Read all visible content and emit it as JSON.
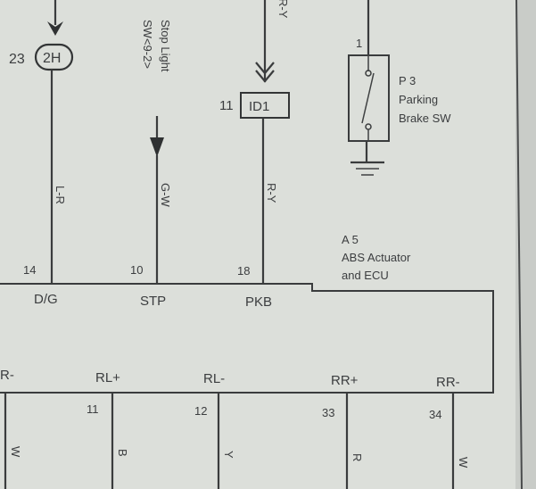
{
  "connector_2h": {
    "pin": "23",
    "id": "2H"
  },
  "stop_light": {
    "line1": "Stop Light",
    "line2": "SW<9-2>"
  },
  "connector_id1": {
    "pin": "11",
    "id": "ID1"
  },
  "top_wire_color": "R-Y",
  "parking_brake": {
    "pin": "1",
    "ref": "P 3",
    "line1": "Parking",
    "line2": "Brake SW"
  },
  "wire_colors": {
    "lr": "L-R",
    "gw": "G-W",
    "ry": "R-Y"
  },
  "ecu": {
    "ref": "A 5",
    "line1": "ABS Actuator",
    "line2": "and ECU",
    "top_pins": [
      {
        "num": "14",
        "name": "D/G"
      },
      {
        "num": "10",
        "name": "STP"
      },
      {
        "num": "18",
        "name": "PKB"
      }
    ],
    "bottom_terminals": [
      "R-",
      "RL+",
      "RL-",
      "RR+",
      "RR-"
    ],
    "bottom_pins": [
      "11",
      "12",
      "33",
      "34"
    ]
  },
  "bottom_wire_colors": [
    "W",
    "B",
    "Y",
    "R",
    "W"
  ]
}
